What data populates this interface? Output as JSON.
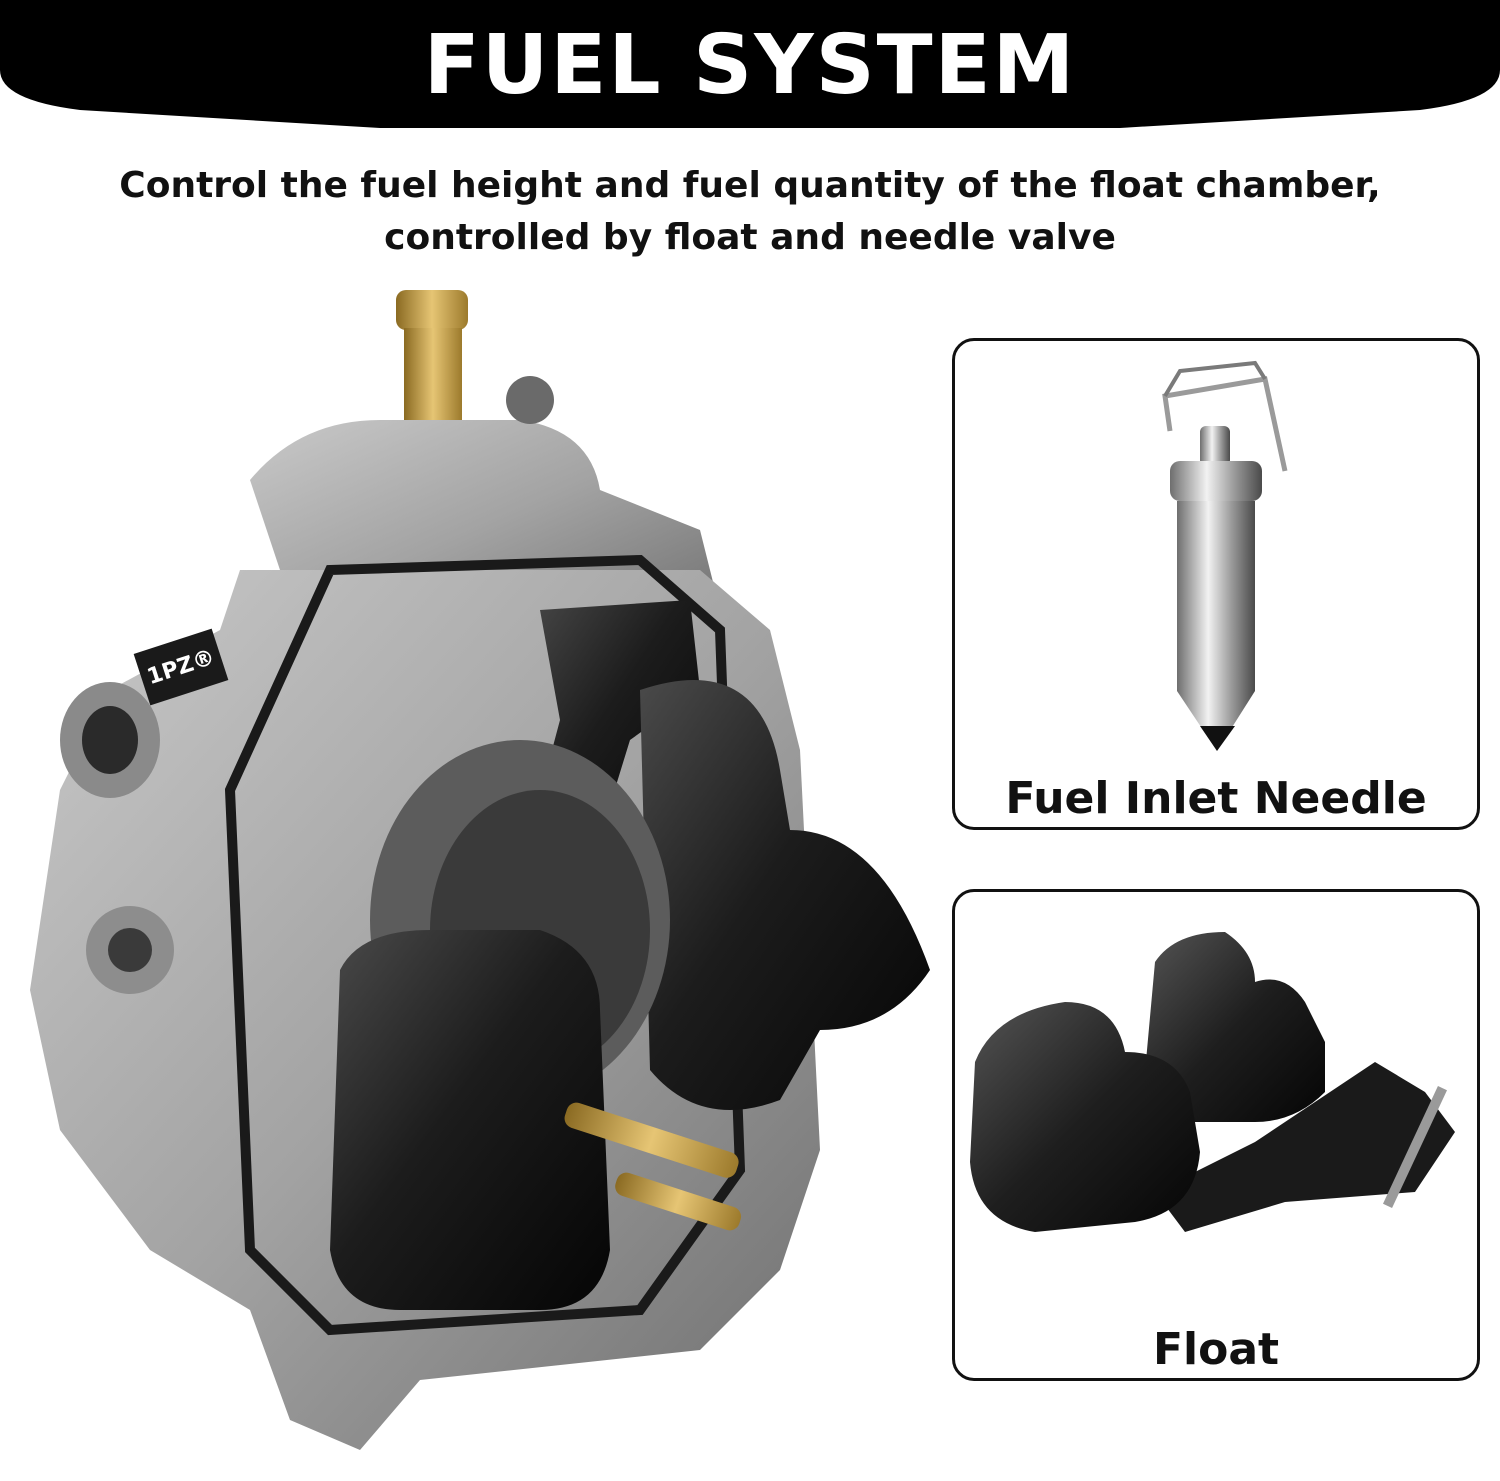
{
  "banner": {
    "title": "FUEL SYSTEM"
  },
  "subtitle": {
    "line1": "Control the fuel height and fuel quantity of the float chamber,",
    "line2": "controlled by float and needle valve"
  },
  "brand": {
    "badge": "1PZ®"
  },
  "panels": {
    "needle": {
      "label": "Fuel Inlet Needle"
    },
    "float": {
      "label": "Float"
    }
  },
  "colors": {
    "banner": "#000000",
    "aluminum": "#a8a8a8",
    "plastic": "#1a1a1a",
    "brass": "#c9a34a",
    "panel_border": "#111111"
  }
}
